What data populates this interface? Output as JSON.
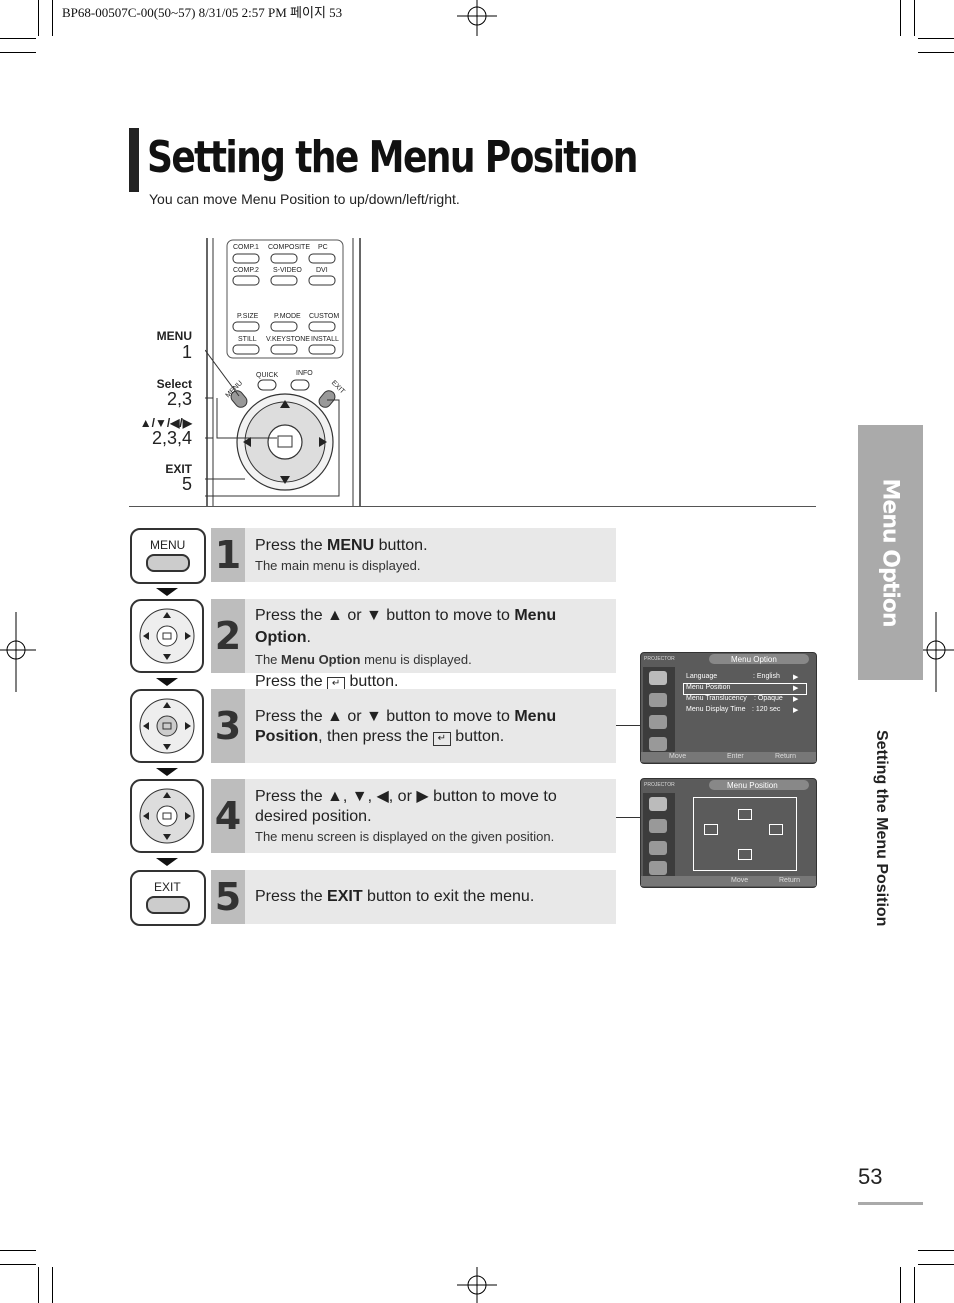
{
  "print_header": "BP68-00507C-00(50~57)  8/31/05  2:57 PM 페이지 53",
  "page": {
    "title": "Setting the Menu Position",
    "subtitle": "You can move Menu Position to up/down/left/right.",
    "side_tab": "Menu Option",
    "side_subtitle": "Setting the Menu Position",
    "page_number": "53"
  },
  "remote": {
    "buttons_row1": [
      "COMP.1",
      "COMPOSITE",
      "PC"
    ],
    "buttons_row2": [
      "COMP.2",
      "S-VIDEO",
      "DVI"
    ],
    "buttons_row3": [
      "P.SIZE",
      "P.MODE",
      "CUSTOM"
    ],
    "buttons_row4": [
      "STILL",
      "V.KEYSTONE",
      "INSTALL"
    ],
    "top_labels": {
      "menu": "MENU",
      "quick": "QUICK",
      "info": "INFO",
      "exit": "EXIT"
    },
    "callouts": [
      {
        "label": "MENU",
        "steps": "1"
      },
      {
        "label": "Select",
        "steps": "2,3"
      },
      {
        "label": "▲/▼/◀/▶",
        "steps": "2,3,4"
      },
      {
        "label": "EXIT",
        "steps": "5"
      }
    ]
  },
  "steps": [
    {
      "num": "1",
      "icon": "menu-button-icon",
      "icon_label": "MENU",
      "line1_pre": "Press the ",
      "line1_bold": "MENU",
      "line1_post": " button.",
      "sub": "The main menu is displayed."
    },
    {
      "num": "2",
      "icon": "dpad-icon",
      "line1_pre": "Press the ▲ or ▼ button to move to ",
      "line1_bold": "Menu Option",
      "line1_post": ".",
      "sub_pre": "The ",
      "sub_bold": "Menu Option",
      "sub_post": " menu is displayed.",
      "line2_pre": "Press the ",
      "line2_post": " button."
    },
    {
      "num": "3",
      "icon": "dpad-icon",
      "line1_pre": "Press the ▲ or ▼ button to move to ",
      "line1_bold": "Menu",
      "line2_bold": "Position",
      "line2_pre": ", then press the ",
      "line2_post": " button."
    },
    {
      "num": "4",
      "icon": "dpad-icon",
      "line1": "Press the ▲, ▼, ◀, or ▶ button to move to",
      "line2": "desired position.",
      "sub": "The menu screen is displayed on the given position."
    },
    {
      "num": "5",
      "icon": "exit-button-icon",
      "icon_label": "EXIT",
      "line1_pre": "Press the ",
      "line1_bold": "EXIT",
      "line1_post": " button to exit the menu."
    }
  ],
  "osd_menu_option": {
    "brand": "PROJECTOR",
    "title": "Menu Option",
    "items": [
      {
        "label": "Language",
        "value": ": English"
      },
      {
        "label": "Menu Position",
        "value": ""
      },
      {
        "label": "Menu Translucency",
        "value": ": Opaque"
      },
      {
        "label": "Menu Display Time",
        "value": ": 120 sec"
      }
    ],
    "footer": [
      "Move",
      "Enter",
      "Return"
    ]
  },
  "osd_menu_position": {
    "brand": "PROJECTOR",
    "title": "Menu Position",
    "footer": [
      "Move",
      "Return"
    ]
  }
}
